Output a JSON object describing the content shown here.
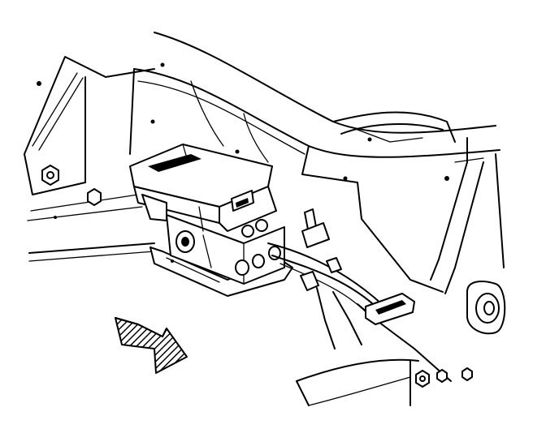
{
  "diagram": {
    "style": "black-and-white line illustration",
    "stroke_color": "#000000",
    "background_color": "#ffffff",
    "components": [
      {
        "id": "frame-rail",
        "icon": "frame-rail-shape"
      },
      {
        "id": "abs-module",
        "icon": "abs-module-shape"
      },
      {
        "id": "hydraulic-block",
        "icon": "valve-block-shape"
      },
      {
        "id": "mounting-bracket",
        "icon": "bracket-shape"
      },
      {
        "id": "brake-lines",
        "icon": "tube-lines"
      },
      {
        "id": "line-clip",
        "icon": "clip-shape"
      },
      {
        "id": "body-mount-bushing",
        "icon": "bushing-shape"
      },
      {
        "id": "crossmember",
        "icon": "crossmember-shape"
      },
      {
        "id": "fasteners",
        "icon": "nut-shape"
      },
      {
        "id": "direction-arrow",
        "icon": "hatched-arrow"
      }
    ]
  }
}
